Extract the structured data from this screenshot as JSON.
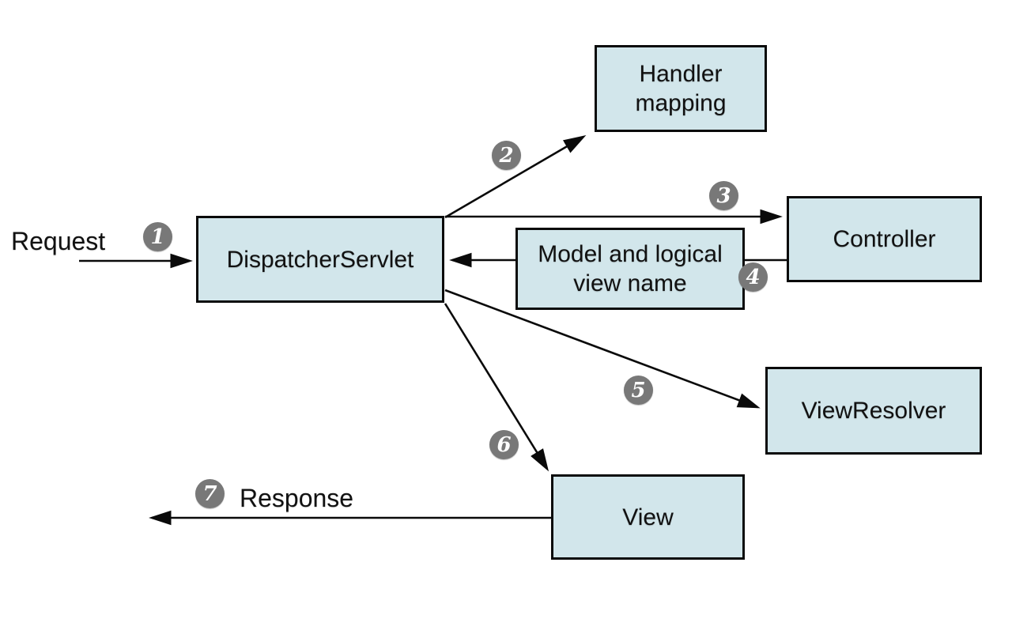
{
  "boxes": {
    "dispatcher_servlet": {
      "label": "DispatcherServlet"
    },
    "handler_mapping": {
      "label": "Handler\nmapping"
    },
    "controller": {
      "label": "Controller"
    },
    "model_and_view": {
      "label": "Model and logical\nview name"
    },
    "view_resolver": {
      "label": "ViewResolver"
    },
    "view": {
      "label": "View"
    }
  },
  "labels": {
    "request": "Request",
    "response": "Response"
  },
  "step_numbers": [
    "1",
    "2",
    "3",
    "4",
    "5",
    "6",
    "7"
  ],
  "colors": {
    "box_fill": "#d2e6eb",
    "box_border": "#0a0a0a",
    "badge_fill": "#787878",
    "badge_text": "#ffffff",
    "arrow": "#0a0a0a",
    "text": "#111111",
    "background": "#ffffff"
  }
}
